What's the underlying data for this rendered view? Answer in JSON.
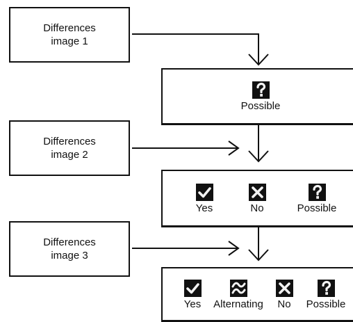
{
  "sources": [
    {
      "label": "Differences\nimage 1"
    },
    {
      "label": "Differences\nimage 2"
    },
    {
      "label": "Differences\nimage 3"
    }
  ],
  "results": [
    {
      "options": [
        {
          "label": "Possible",
          "icon": "question-icon"
        }
      ]
    },
    {
      "options": [
        {
          "label": "Yes",
          "icon": "check-icon"
        },
        {
          "label": "No",
          "icon": "cross-icon"
        },
        {
          "label": "Possible",
          "icon": "question-icon"
        }
      ]
    },
    {
      "options": [
        {
          "label": "Yes",
          "icon": "check-icon"
        },
        {
          "label": "Alternating",
          "icon": "alternating-icon"
        },
        {
          "label": "No",
          "icon": "cross-icon"
        },
        {
          "label": "Possible",
          "icon": "question-icon"
        }
      ]
    }
  ],
  "colors": {
    "line": "#111111",
    "icon_bg": "#111111",
    "icon_fg": "#f2f2f2"
  }
}
